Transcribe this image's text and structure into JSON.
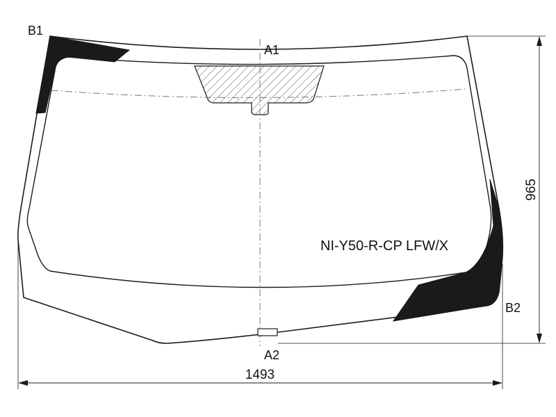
{
  "labels": {
    "b1": "B1",
    "a1": "A1",
    "a2": "A2",
    "b2": "B2"
  },
  "dimensions": {
    "height": "965",
    "width": "1493"
  },
  "model_code": "NI-Y50-R-CP LFW/X",
  "colors": {
    "line": "#1a1a1a",
    "fill_dark": "#1a1a1a",
    "hatch": "#555555",
    "background": "#ffffff"
  }
}
